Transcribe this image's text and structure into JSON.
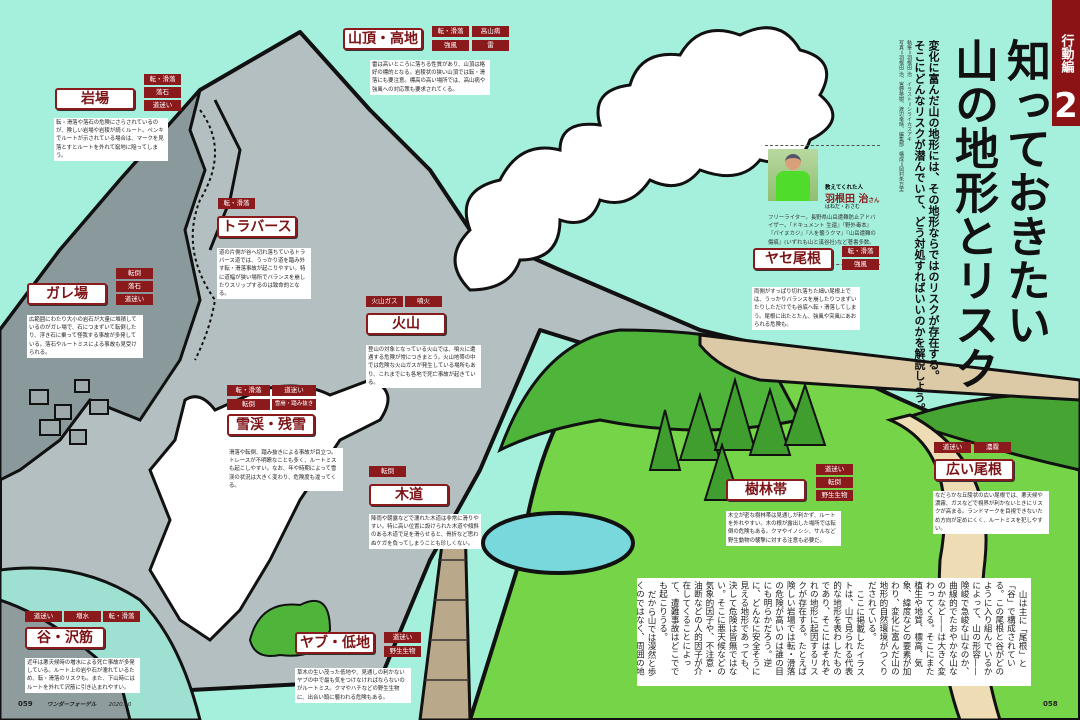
{
  "section_tab": {
    "label": "行動編",
    "number": "2"
  },
  "title": {
    "line1": "知っておきたい",
    "line2": "山の地形とリスク"
  },
  "lead": {
    "line1": "変化に富んだ山の地形には、その地形ならではのリスクが存在する。",
    "line2": "そこにどんなリスクが潜んでいて、どう対処すればいいのかを解説しよう。"
  },
  "credits": {
    "line1": "執筆＝羽根田 治　イラスト＝シライカズアキ",
    "line2": "写真＝羽根田 治、宮野英樹、渡辺幸晴、編集部　構成＝岡村朱万里"
  },
  "profile": {
    "caption": "教えてくれた人",
    "name": "羽根田 治",
    "honorific": "さん",
    "reading": "はねだ・おさむ",
    "bio": "フリーライター。長野県山岳遭難防止アドバイザー。『ドキュメント 生還』『野外毒本』『パイヌカジ』『人を襲うクマ』『山岳遭難の傷痕』(いずれも山と溪谷社)など著書多数。"
  },
  "terrains": [
    {
      "name": "山頂・高地",
      "tags": [
        "転・滑落",
        "高山病",
        "強風",
        "雷"
      ],
      "text": "雷は高いところに落ちる性質があり、山頂は格好の標的となる。岩稜状の狭い山頂では転・滑落にも要注意。標高の高い場所では、高山病や強風への対応策も要求されてくる。"
    },
    {
      "name": "岩場",
      "tags": [
        "転・滑落",
        "落石",
        "道迷い"
      ],
      "text": "転・滑落や落石の危険にさらされているのが、険しい岩場や岩稜が続くルート。ペンキでルートが示されている場合は、マークを見落とすとルートを外れて窮地に陥ってしまう。"
    },
    {
      "name": "トラバース",
      "tags": [
        "転・滑落"
      ],
      "text": "道の片側が谷へ切れ落ちているトラバース道では、うっかり道を踏み外す転・滑落事故が起こりやすい。特に道幅が狭い場所でバランスを崩したりスリップするのは致命的となる。"
    },
    {
      "name": "ガレ場",
      "tags": [
        "転倒",
        "落石",
        "道迷い"
      ],
      "text": "広範囲にわたり大小の岩石が大量に堆積しているのがガレ場で、石につまずいて転倒したり、浮き石に乗って怪我する事故が多発している。落石やルートミスによる事故も見受けられる。"
    },
    {
      "name": "火山",
      "tags": [
        "火山ガス",
        "噴火"
      ],
      "text": "登山の対象となっている火山では、噴火に遭遇する危険が常につきまとう。火山地帯の中では危険な火山ガスが発生している場所もあり、これまでにも各地で死亡事故が起きている。"
    },
    {
      "name": "雪渓・残雪",
      "tags": [
        "転・滑落",
        "道迷い",
        "転倒",
        "雪崩・踏み抜き"
      ],
      "text": "滑落や転倒、踏み抜きによる事故が目立つ。トレースが不明瞭なことも多く、ルートミスも起こしやすい。なお、年や時期によって雪渓の状況は大きく変わり、危険度も違ってくる。"
    },
    {
      "name": "木道",
      "tags": [
        "転倒"
      ],
      "text": "降雨や朝露などで濡れた木道は非常に滑りやすい。特に高い位置に設けられた木道や傾斜のある木道で足を滑らせると、骨折など思わぬケガを負ってしまうことも珍しくない。"
    },
    {
      "name": "ヤセ尾根",
      "tags": [
        "転・滑落",
        "強風"
      ],
      "text": "両側がすっぱり切れ落ちた細い尾根上では、うっかりバランスを崩したりつまずいたりしただけでも谷底へ転・滑落してしまう。尾根に出たとたん、強風や突風にあおられる危険も。"
    },
    {
      "name": "樹林帯",
      "tags": [
        "道迷い",
        "転倒",
        "野生生物"
      ],
      "text": "木立が密な樹林帯は見通しが利かず、ルートを外れやすい。木の根が露出した場所では転倒の危険もある。クマやイノシシ、サルなど野生動物の襲撃に対する注意も必要だ。"
    },
    {
      "name": "広い尾根",
      "tags": [
        "道迷い",
        "濃霧"
      ],
      "text": "なだらかな丘陵状の広い尾根では、悪天候や濃霧、ガスなどで視界が利かないときにリスクが高まる。ランドマークを目視できないため方向が定めにくく、ルートミスを犯しやすい。"
    },
    {
      "name": "谷・沢筋",
      "tags": [
        "道迷い",
        "増水",
        "転・滑落"
      ],
      "text": "近年は悪天候時の増水による死亡事故が多発している。ルート上の岩や石が濡れているため、転・滑落のリスクも。また、下山時にはルートを外れて沢筋に引き込まれやすい。"
    },
    {
      "name": "ヤブ・低地",
      "tags": [
        "道迷い",
        "野生生物"
      ],
      "text": "草木の生い茂った低地や、見通しの利かないヤブの中で最も気をつけなければならないのがルートミス。クマやハチなどの野生生物に、出合い頭に襲われる危険もある。"
    }
  ],
  "body": [
    "山は主に「尾根」と「谷」で構成されている。この尾根と谷がどのように入り組んでいるかによって、山の形容——険峻で急峻な山なのか、曲線的でたおやかな山なのかなど——は大きく変わってくる。そこにまた植生や地質、標高、気象、緯度などの要素が加わり、変化に富んだ山の地形的自然環境がつくりだされている。",
    "ここに掲載したイラストは、山で見られる代表的な地形を表わしたものであり、そこにはそれぞれの地形に起因するリスクが存在する。たとえば険しい岩場では転・滑落の危険が高いのは誰の目にも明らかだろう。逆に、どんなに安全そうに見える地形であっても、決して危険は皆無ではない。そこに悪天候などの気象的因子や、不注意・油断などの人的因子が介在してくることによって、遭難事故はどこででも起こりうる。",
    "だから山では漫然と歩くのではなく、周囲の地形を注意深く観察しながら行動しよう。大事なのは、その地形にどんなリスクが隠されているのかを想像してみることだ。自分しか頼れないソロではなお、それを常に心がけるようにしたい。"
  ],
  "footer": {
    "left_page": "059",
    "magazine": "ワンダーフォーゲル",
    "issue": "2020.10",
    "right_page": "058"
  },
  "colors": {
    "accent": "#8b1316",
    "sky": "#a4f0dd",
    "rock": "#b3bfc1",
    "grass": "#76d448",
    "forest": "#3f9e2e"
  }
}
